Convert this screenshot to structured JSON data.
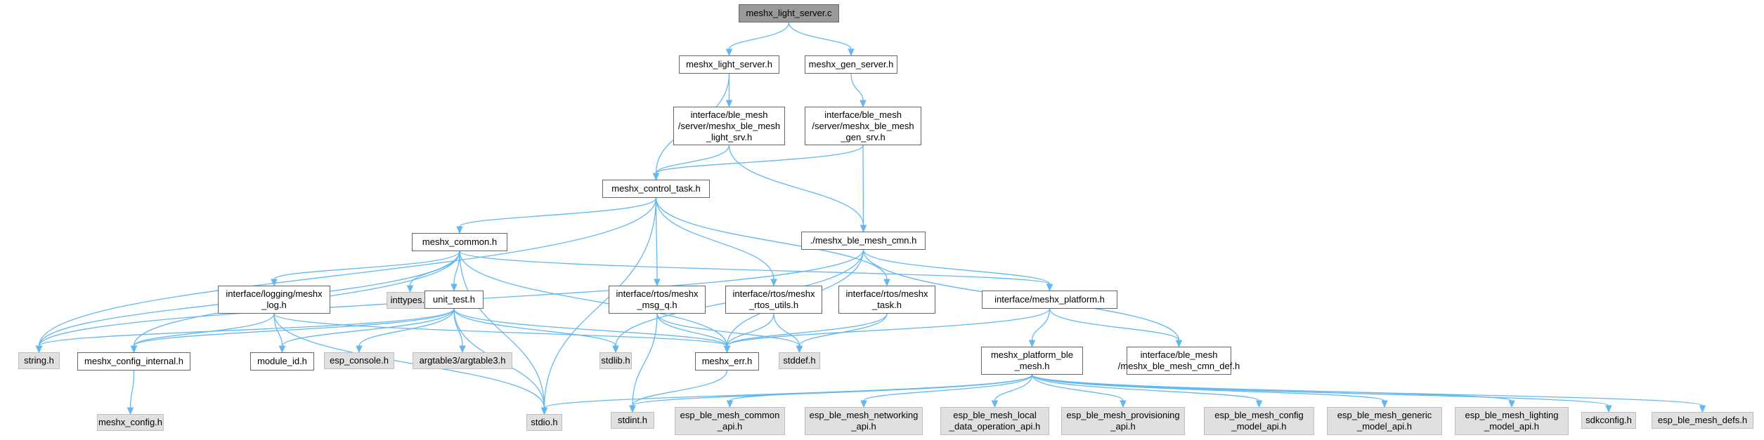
{
  "nodes": [
    {
      "id": "root",
      "lines": [
        "meshx_light_server.c"
      ],
      "kind": "root"
    },
    {
      "id": "light_server_h",
      "lines": [
        "meshx_light_server.h"
      ],
      "kind": "local"
    },
    {
      "id": "gen_server_h",
      "lines": [
        "meshx_gen_server.h"
      ],
      "kind": "local"
    },
    {
      "id": "light_srv_h",
      "lines": [
        "interface/ble_mesh",
        "/server/meshx_ble_mesh",
        "_light_srv.h"
      ],
      "kind": "local"
    },
    {
      "id": "gen_srv_h",
      "lines": [
        "interface/ble_mesh",
        "/server/meshx_ble_mesh",
        "_gen_srv.h"
      ],
      "kind": "local"
    },
    {
      "id": "control_task_h",
      "lines": [
        "meshx_control_task.h"
      ],
      "kind": "local"
    },
    {
      "id": "common_h",
      "lines": [
        "meshx_common.h"
      ],
      "kind": "local"
    },
    {
      "id": "ble_mesh_cmn_h",
      "lines": [
        "./meshx_ble_mesh_cmn.h"
      ],
      "kind": "local"
    },
    {
      "id": "log_h",
      "lines": [
        "interface/logging/meshx",
        "_log.h"
      ],
      "kind": "local"
    },
    {
      "id": "inttypes_h",
      "lines": [
        "inttypes.h"
      ],
      "kind": "system"
    },
    {
      "id": "unit_test_h",
      "lines": [
        "unit_test.h"
      ],
      "kind": "local"
    },
    {
      "id": "msg_q_h",
      "lines": [
        "interface/rtos/meshx",
        "_msg_q.h"
      ],
      "kind": "local"
    },
    {
      "id": "rtos_utils_h",
      "lines": [
        "interface/rtos/meshx",
        "_rtos_utils.h"
      ],
      "kind": "local"
    },
    {
      "id": "task_h",
      "lines": [
        "interface/rtos/meshx",
        "_task.h"
      ],
      "kind": "local"
    },
    {
      "id": "platform_h",
      "lines": [
        "interface/meshx_platform.h"
      ],
      "kind": "local"
    },
    {
      "id": "string_h",
      "lines": [
        "string.h"
      ],
      "kind": "system"
    },
    {
      "id": "config_internal_h",
      "lines": [
        "meshx_config_internal.h"
      ],
      "kind": "local"
    },
    {
      "id": "module_id_h",
      "lines": [
        "module_id.h"
      ],
      "kind": "local"
    },
    {
      "id": "esp_console_h",
      "lines": [
        "esp_console.h"
      ],
      "kind": "system"
    },
    {
      "id": "argtable3_h",
      "lines": [
        "argtable3/argtable3.h"
      ],
      "kind": "system"
    },
    {
      "id": "stdlib_h",
      "lines": [
        "stdlib.h"
      ],
      "kind": "system"
    },
    {
      "id": "err_h",
      "lines": [
        "meshx_err.h"
      ],
      "kind": "local"
    },
    {
      "id": "stddef_h",
      "lines": [
        "stddef.h"
      ],
      "kind": "system"
    },
    {
      "id": "platform_ble_mesh_h",
      "lines": [
        "meshx_platform_ble",
        "_mesh.h"
      ],
      "kind": "local"
    },
    {
      "id": "cmn_def_h",
      "lines": [
        "interface/ble_mesh",
        "/meshx_ble_mesh_cmn_def.h"
      ],
      "kind": "local"
    },
    {
      "id": "meshx_config_h",
      "lines": [
        "meshx_config.h"
      ],
      "kind": "system"
    },
    {
      "id": "stdio_h",
      "lines": [
        "stdio.h"
      ],
      "kind": "system"
    },
    {
      "id": "stdint_h",
      "lines": [
        "stdint.h"
      ],
      "kind": "system"
    },
    {
      "id": "common_api_h",
      "lines": [
        "esp_ble_mesh_common",
        "_api.h"
      ],
      "kind": "system"
    },
    {
      "id": "networking_api_h",
      "lines": [
        "esp_ble_mesh_networking",
        "_api.h"
      ],
      "kind": "system"
    },
    {
      "id": "local_data_api_h",
      "lines": [
        "esp_ble_mesh_local",
        "_data_operation_api.h"
      ],
      "kind": "system"
    },
    {
      "id": "provisioning_api_h",
      "lines": [
        "esp_ble_mesh_provisioning",
        "_api.h"
      ],
      "kind": "system"
    },
    {
      "id": "config_model_api_h",
      "lines": [
        "esp_ble_mesh_config",
        "_model_api.h"
      ],
      "kind": "system"
    },
    {
      "id": "generic_model_api_h",
      "lines": [
        "esp_ble_mesh_generic",
        "_model_api.h"
      ],
      "kind": "system"
    },
    {
      "id": "lighting_model_api_h",
      "lines": [
        "esp_ble_mesh_lighting",
        "_model_api.h"
      ],
      "kind": "system"
    },
    {
      "id": "sdkconfig_h",
      "lines": [
        "sdkconfig.h"
      ],
      "kind": "system"
    },
    {
      "id": "defs_h",
      "lines": [
        "esp_ble_mesh_defs.h"
      ],
      "kind": "system"
    }
  ],
  "edges": [
    [
      "root",
      "light_server_h"
    ],
    [
      "root",
      "gen_server_h"
    ],
    [
      "light_server_h",
      "light_srv_h"
    ],
    [
      "light_server_h",
      "control_task_h"
    ],
    [
      "gen_server_h",
      "gen_srv_h"
    ],
    [
      "light_srv_h",
      "control_task_h"
    ],
    [
      "light_srv_h",
      "ble_mesh_cmn_h"
    ],
    [
      "gen_srv_h",
      "control_task_h"
    ],
    [
      "gen_srv_h",
      "ble_mesh_cmn_h"
    ],
    [
      "control_task_h",
      "common_h"
    ],
    [
      "control_task_h",
      "string_h"
    ],
    [
      "control_task_h",
      "stdio_h"
    ],
    [
      "control_task_h",
      "msg_q_h"
    ],
    [
      "control_task_h",
      "rtos_utils_h"
    ],
    [
      "control_task_h",
      "task_h"
    ],
    [
      "common_h",
      "log_h"
    ],
    [
      "common_h",
      "inttypes_h"
    ],
    [
      "common_h",
      "unit_test_h"
    ],
    [
      "common_h",
      "string_h"
    ],
    [
      "common_h",
      "config_internal_h"
    ],
    [
      "common_h",
      "stdio_h"
    ],
    [
      "common_h",
      "err_h"
    ],
    [
      "common_h",
      "platform_h"
    ],
    [
      "ble_mesh_cmn_h",
      "string_h"
    ],
    [
      "ble_mesh_cmn_h",
      "stdlib_h"
    ],
    [
      "ble_mesh_cmn_h",
      "err_h"
    ],
    [
      "ble_mesh_cmn_h",
      "platform_h"
    ],
    [
      "ble_mesh_cmn_h",
      "cmn_def_h"
    ],
    [
      "log_h",
      "config_internal_h"
    ],
    [
      "log_h",
      "module_id_h"
    ],
    [
      "log_h",
      "stdio_h"
    ],
    [
      "log_h",
      "err_h"
    ],
    [
      "unit_test_h",
      "string_h"
    ],
    [
      "unit_test_h",
      "config_internal_h"
    ],
    [
      "unit_test_h",
      "module_id_h"
    ],
    [
      "unit_test_h",
      "esp_console_h"
    ],
    [
      "unit_test_h",
      "argtable3_h"
    ],
    [
      "unit_test_h",
      "stdlib_h"
    ],
    [
      "unit_test_h",
      "stdio_h"
    ],
    [
      "unit_test_h",
      "err_h"
    ],
    [
      "msg_q_h",
      "err_h"
    ],
    [
      "msg_q_h",
      "stdint_h"
    ],
    [
      "msg_q_h",
      "stddef_h"
    ],
    [
      "rtos_utils_h",
      "err_h"
    ],
    [
      "rtos_utils_h",
      "stddef_h"
    ],
    [
      "task_h",
      "err_h"
    ],
    [
      "task_h",
      "stddef_h"
    ],
    [
      "platform_h",
      "err_h"
    ],
    [
      "platform_h",
      "platform_ble_mesh_h"
    ],
    [
      "platform_h",
      "cmn_def_h"
    ],
    [
      "config_internal_h",
      "meshx_config_h"
    ],
    [
      "err_h",
      "stdint_h"
    ],
    [
      "platform_ble_mesh_h",
      "stdio_h"
    ],
    [
      "platform_ble_mesh_h",
      "stdint_h"
    ],
    [
      "platform_ble_mesh_h",
      "common_api_h"
    ],
    [
      "platform_ble_mesh_h",
      "networking_api_h"
    ],
    [
      "platform_ble_mesh_h",
      "local_data_api_h"
    ],
    [
      "platform_ble_mesh_h",
      "provisioning_api_h"
    ],
    [
      "platform_ble_mesh_h",
      "config_model_api_h"
    ],
    [
      "platform_ble_mesh_h",
      "generic_model_api_h"
    ],
    [
      "platform_ble_mesh_h",
      "lighting_model_api_h"
    ],
    [
      "platform_ble_mesh_h",
      "sdkconfig_h"
    ],
    [
      "platform_ble_mesh_h",
      "defs_h"
    ]
  ],
  "colors": {
    "edge": "#63b8f0",
    "node_border": "#666666",
    "system_fill": "#e0e0e0",
    "root_fill": "#999999"
  }
}
